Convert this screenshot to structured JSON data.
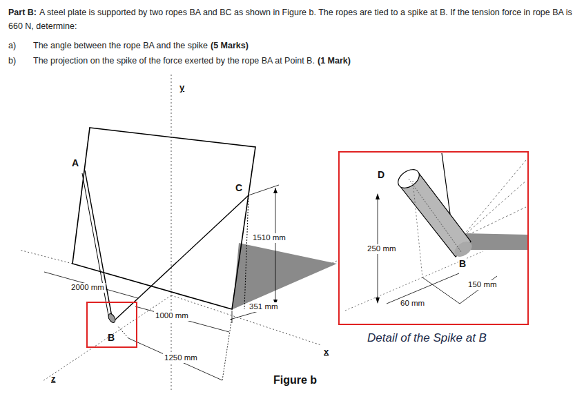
{
  "diagram": {
    "caption": "Figure b",
    "nodes": [
      {
        "text": [
          "B"
        ]
      },
      {
        "text": [
          "D",
          "250 mm",
          "B",
          "150 mm",
          "60 mm",
          "Detail of the Spike at B"
        ]
      }
    ],
    "labels": [
      "Part B:",
      "A steel plate is supported by two ropes BA and BC as shown in Figure b. The ropes are tied to a spike at B. If the tension force in rope BA is 660 N, determine:",
      "a)",
      "The angle between the rope BA and the spike",
      "(5 Marks)",
      "b)",
      "The projection on the spike of the force exerted by the rope BA at Point B.",
      "(1 Mark)",
      "y",
      "A",
      "C",
      "1510 mm",
      "2000 mm",
      "351 mm",
      "1000 mm",
      "1250 mm",
      "z",
      "x"
    ]
  }
}
